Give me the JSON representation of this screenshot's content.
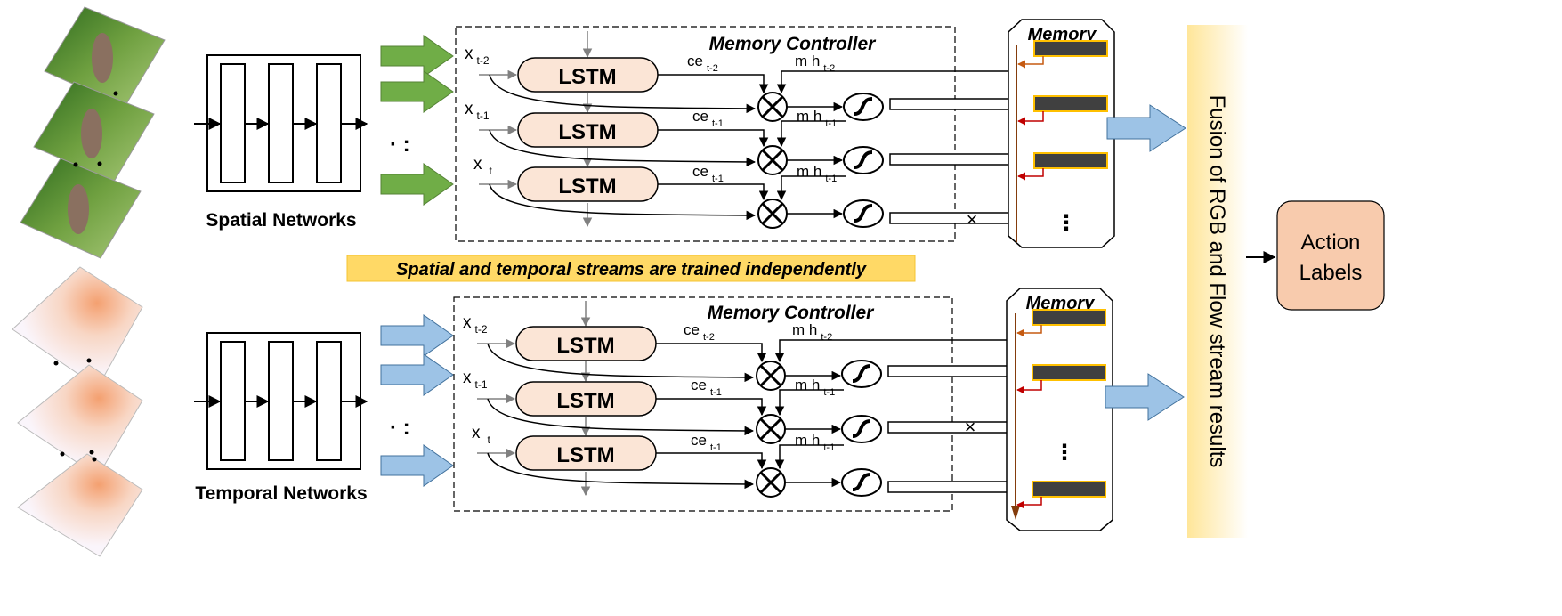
{
  "spatial": {
    "network_label": "Spatial Networks",
    "controller_title": "Memory Controller",
    "memory_title": "Memory"
  },
  "temporal": {
    "network_label": "Temporal Networks",
    "controller_title": "Memory Controller",
    "memory_title": "Memory"
  },
  "lstm_label": "LSTM",
  "inputs": [
    {
      "base": "x",
      "sub": "t-2"
    },
    {
      "base": "x",
      "sub": "t-1"
    },
    {
      "base": "x",
      "sub": "t"
    }
  ],
  "ce_labels": [
    {
      "base": "ce",
      "sub": "t-2"
    },
    {
      "base": "ce",
      "sub": "t-1"
    },
    {
      "base": "ce",
      "sub": "t-1"
    }
  ],
  "mh_labels": [
    {
      "base": "m h",
      "sub": "t-2"
    },
    {
      "base": "m h",
      "sub": "t-1"
    },
    {
      "base": "m h",
      "sub": "t-1"
    }
  ],
  "dots_horizontal": "· :",
  "dots_vertical": "⋮",
  "cross_mark": "×",
  "banner": "Spatial and temporal streams are trained independently",
  "fusion_label": "Fusion of RGB and Flow stream results",
  "action_label_line1": "Action",
  "action_label_line2": "Labels",
  "colors": {
    "lstm_fill": "#fbe5d6",
    "green_arrow": "#70ad47",
    "blue_arrow": "#9dc3e6",
    "banner_fill": "#ffd966",
    "action_fill": "#f8cbad",
    "memory_slot": "#404040",
    "memory_slot_border": "#ffc000",
    "bus_line": "#843c0c",
    "orange_arrow": "#c55a11",
    "red_arrow": "#c00000"
  }
}
